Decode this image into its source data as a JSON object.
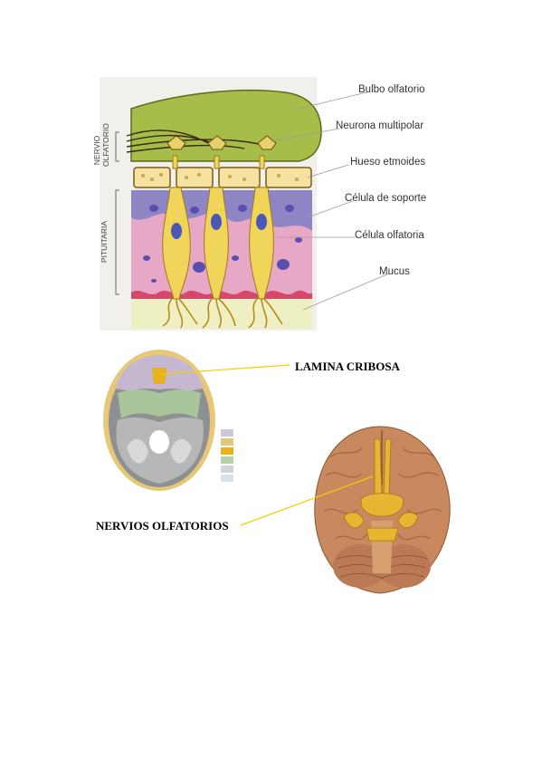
{
  "olfactory_diagram": {
    "side_labels": {
      "nervio": "NERVIO",
      "olfatorio": "OLFATORIO",
      "pituitaria": "PITUITARIA"
    },
    "callouts": [
      "Bulbo olfatorio",
      "Neurona multipolar",
      "Hueso etmoides",
      "Célula de soporte",
      "Célula olfatoria",
      "Mucus"
    ]
  },
  "skull_figure": {
    "label": "LAMINA CRIBOSA"
  },
  "brain_figure": {
    "label": "NERVIOS OLFATORIOS"
  }
}
